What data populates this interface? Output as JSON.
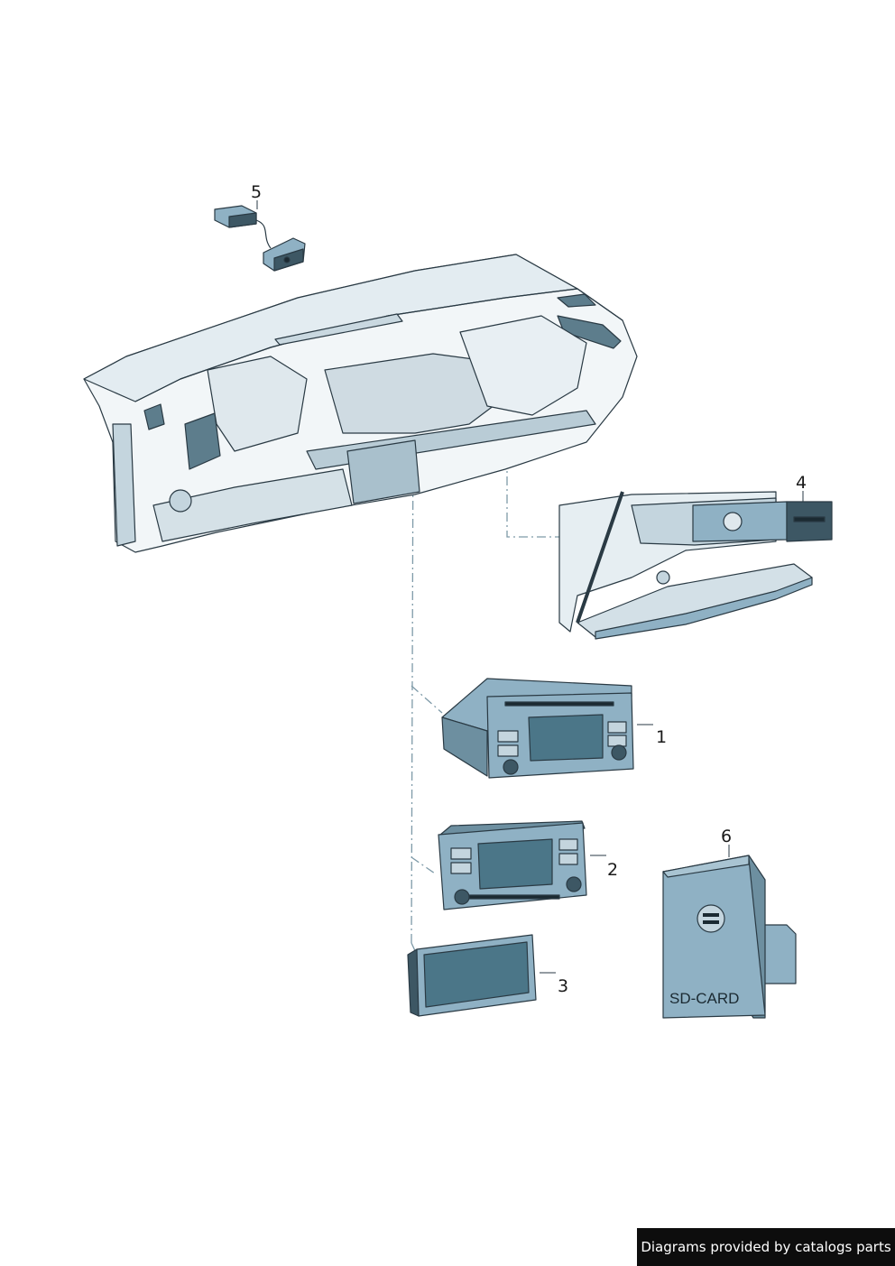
{
  "callouts": {
    "c1": "1",
    "c2": "2",
    "c3": "3",
    "c4": "4",
    "c5": "5",
    "c6": "6"
  },
  "sd_card_label": "SD-CARD",
  "footer_text": "Diagrams provided by catalogs parts",
  "colors": {
    "part_fill": "#8fb1c4",
    "part_dark": "#3d5764",
    "screen": "#4b7688",
    "dash_fill": "#f2f6f8",
    "outline": "#2a3a44",
    "guide_line": "#7e9aa8"
  }
}
